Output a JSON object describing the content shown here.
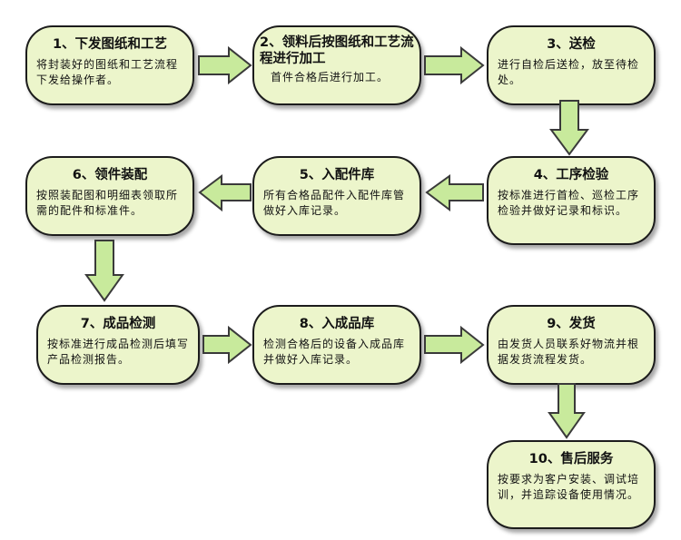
{
  "steps": [
    {
      "title": "1、下发图纸和工艺",
      "desc": "将封装好的图纸和工艺流程下发给操作者。"
    },
    {
      "title": "2、领料后按图纸和工艺流程进行加工",
      "desc": "首件合格后进行加工。"
    },
    {
      "title": "3、送检",
      "desc": "进行自检后送检，放至待检处。"
    },
    {
      "title": "4、工序检验",
      "desc": "按标准进行首检、巡检工序检验并做好记录和标识。"
    },
    {
      "title": "5、入配件库",
      "desc": "所有合格品配件入配件库管做好入库记录。"
    },
    {
      "title": "6、领件装配",
      "desc": "按照装配图和明细表领取所需的配件和标准件。"
    },
    {
      "title": "7、成品检测",
      "desc": "按标准进行成品检测后填写产品检测报告。"
    },
    {
      "title": "8、入成品库",
      "desc": "检测合格后的设备入成品库并做好入库记录。"
    },
    {
      "title": "9、发货",
      "desc": "由发货人员联系好物流并根据发货流程发货。"
    },
    {
      "title": "10、售后服务",
      "desc": "按要求为客户安装、调试培训，并追踪设备使用情况。"
    }
  ],
  "colors": {
    "box_fill": "#ecf5cb",
    "box_border": "#1c1c1c",
    "arrow_fill": "#c8ea9c",
    "arrow_stroke": "#3a3a3a"
  }
}
